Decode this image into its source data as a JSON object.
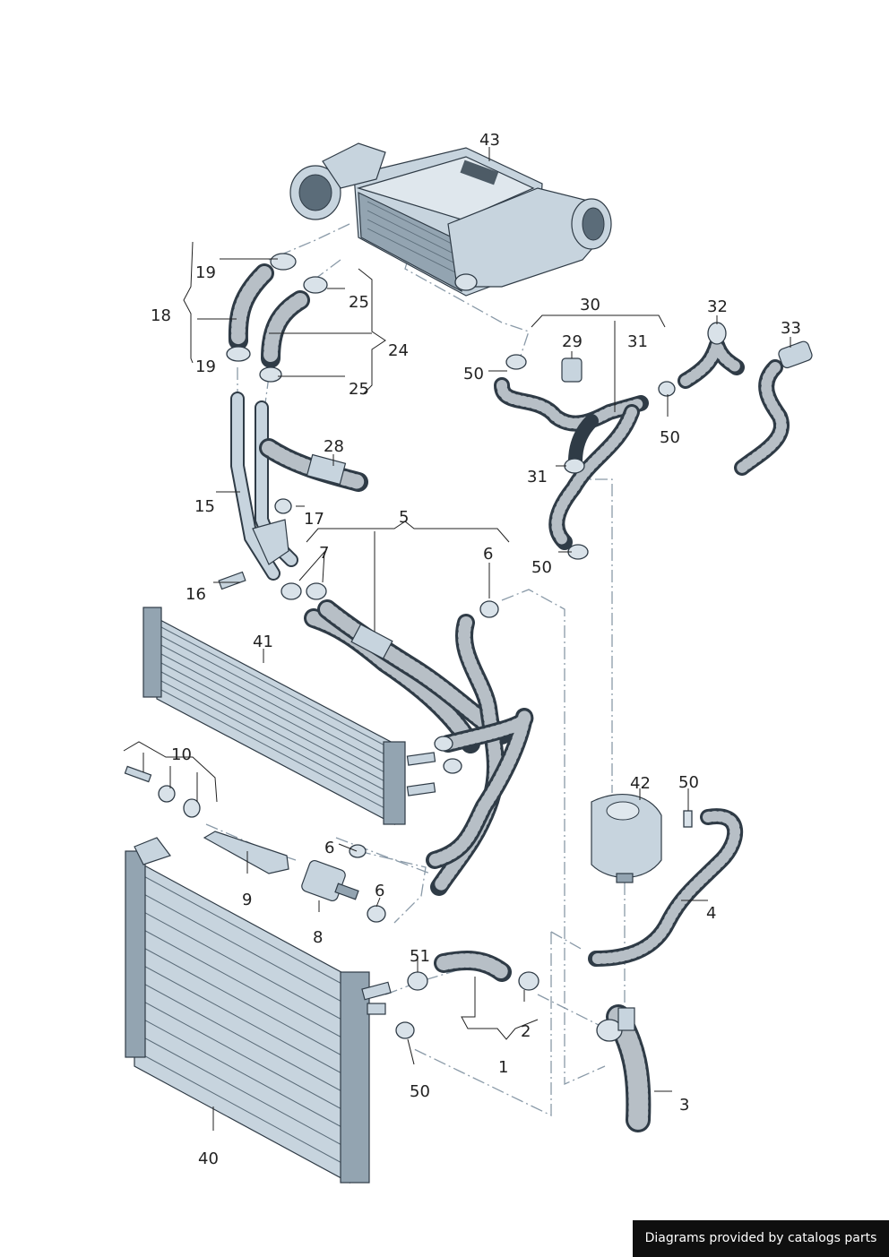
{
  "callouts": {
    "c43": "43",
    "c19a": "19",
    "c18": "18",
    "c19b": "19",
    "c25a": "25",
    "c24": "24",
    "c25b": "25",
    "c30": "30",
    "c29": "29",
    "c31a": "31",
    "c32": "32",
    "c33": "33",
    "c50a": "50",
    "c50b": "50",
    "c28": "28",
    "c31b": "31",
    "c15": "15",
    "c17": "17",
    "c5": "5",
    "c50c": "50",
    "c7": "7",
    "c6a": "6",
    "c16": "16",
    "c41": "41",
    "c10": "10",
    "c42": "42",
    "c50d": "50",
    "c6b": "6",
    "c9": "9",
    "c6c": "6",
    "c4": "4",
    "c8": "8",
    "c51": "51",
    "c2": "2",
    "c3": "3",
    "c1": "1",
    "c50e": "50",
    "c40": "40"
  },
  "credit": "Diagrams provided by catalogs parts",
  "colors": {
    "hose": "#2f3b46",
    "metal": "#c7d4de",
    "dash": "#8a9aa8",
    "credit_bg": "#0f0f0f"
  }
}
